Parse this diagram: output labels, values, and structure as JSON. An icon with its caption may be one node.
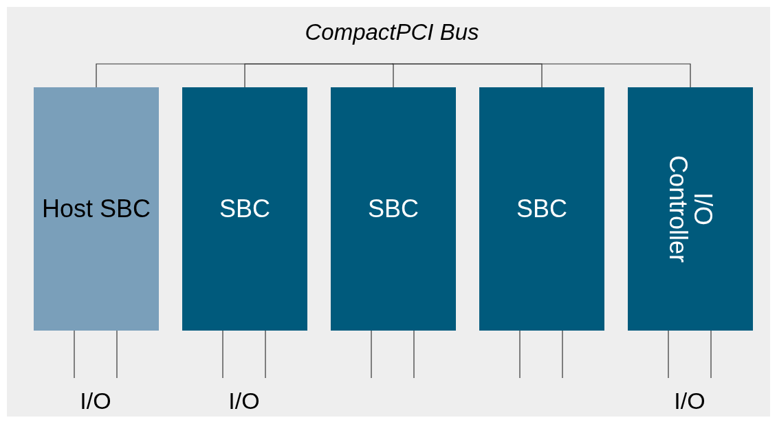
{
  "diagram": {
    "nodes": [
      {
        "text": [
          "CompactPCI Bus"
        ]
      },
      {
        "text": [
          "Host SBC"
        ]
      },
      {
        "text": [
          "SBC"
        ]
      },
      {
        "text": [
          "SBC"
        ]
      },
      {
        "text": [
          "SBC"
        ]
      },
      {
        "text": [
          "I/O Controller"
        ]
      },
      {
        "text": [
          "I/O"
        ]
      },
      {
        "text": [
          "I/O"
        ]
      },
      {
        "text": [
          "I/O"
        ]
      }
    ],
    "edges": [
      {
        "from": 0,
        "to": 1,
        "arrow": "none"
      },
      {
        "from": 0,
        "to": 2,
        "arrow": "none"
      },
      {
        "from": 0,
        "to": 3,
        "arrow": "none"
      },
      {
        "from": 0,
        "to": 4,
        "arrow": "none"
      },
      {
        "from": 0,
        "to": 5,
        "arrow": "none"
      },
      {
        "from": 1,
        "to": 6,
        "arrow": "none"
      },
      {
        "from": 1,
        "to": 6,
        "arrow": "none"
      },
      {
        "from": 2,
        "to": 7,
        "arrow": "none"
      },
      {
        "from": 2,
        "to": 7,
        "arrow": "none"
      },
      {
        "from": 3,
        "to": null,
        "arrow": "none"
      },
      {
        "from": 3,
        "to": null,
        "arrow": "none"
      },
      {
        "from": 4,
        "to": null,
        "arrow": "none"
      },
      {
        "from": 4,
        "to": null,
        "arrow": "none"
      },
      {
        "from": 5,
        "to": 8,
        "arrow": "none"
      },
      {
        "from": 5,
        "to": 8,
        "arrow": "none"
      }
    ]
  }
}
